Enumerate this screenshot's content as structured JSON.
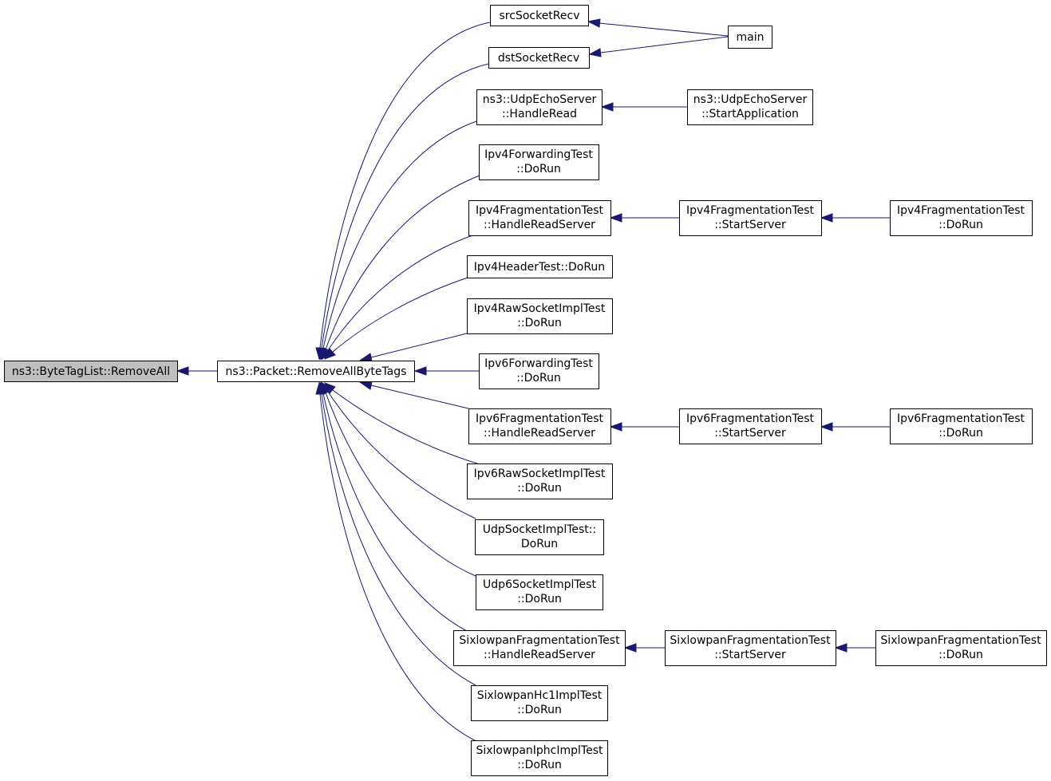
{
  "graph": {
    "colors": {
      "edge": "#191970",
      "node_border": "#000000",
      "node_fill": "#ffffff",
      "focus_fill": "#bfbfbf"
    },
    "nodes": {
      "removeall": [
        "ns3::ByteTagList::RemoveAll"
      ],
      "packet": [
        "ns3::Packet::RemoveAllByteTags"
      ],
      "srcrecv": [
        "srcSocketRecv"
      ],
      "dstrecv": [
        "dstSocketRecv"
      ],
      "main": [
        "main"
      ],
      "udpecho_read": [
        "ns3::UdpEchoServer",
        "::HandleRead"
      ],
      "udpecho_start": [
        "ns3::UdpEchoServer",
        "::StartApplication"
      ],
      "ipv4fwd": [
        "Ipv4ForwardingTest",
        "::DoRun"
      ],
      "ipv4frag_read": [
        "Ipv4FragmentationTest",
        "::HandleReadServer"
      ],
      "ipv4frag_start": [
        "Ipv4FragmentationTest",
        "::StartServer"
      ],
      "ipv4frag_run": [
        "Ipv4FragmentationTest",
        "::DoRun"
      ],
      "ipv4hdr": [
        "Ipv4HeaderTest::DoRun"
      ],
      "ipv4raw": [
        "Ipv4RawSocketImplTest",
        "::DoRun"
      ],
      "ipv6fwd": [
        "Ipv6ForwardingTest",
        "::DoRun"
      ],
      "ipv6frag_read": [
        "Ipv6FragmentationTest",
        "::HandleReadServer"
      ],
      "ipv6frag_start": [
        "Ipv6FragmentationTest",
        "::StartServer"
      ],
      "ipv6frag_run": [
        "Ipv6FragmentationTest",
        "::DoRun"
      ],
      "ipv6raw": [
        "Ipv6RawSocketImplTest",
        "::DoRun"
      ],
      "udpsock": [
        "UdpSocketImplTest::",
        "DoRun"
      ],
      "udp6sock": [
        "Udp6SocketImplTest",
        "::DoRun"
      ],
      "sixfrag_read": [
        "SixlowpanFragmentationTest",
        "::HandleReadServer"
      ],
      "sixfrag_start": [
        "SixlowpanFragmentationTest",
        "::StartServer"
      ],
      "sixfrag_run": [
        "SixlowpanFragmentationTest",
        "::DoRun"
      ],
      "sixhc1": [
        "SixlowpanHc1ImplTest",
        "::DoRun"
      ],
      "sixiphc": [
        "SixlowpanIphcImplTest",
        "::DoRun"
      ]
    }
  }
}
